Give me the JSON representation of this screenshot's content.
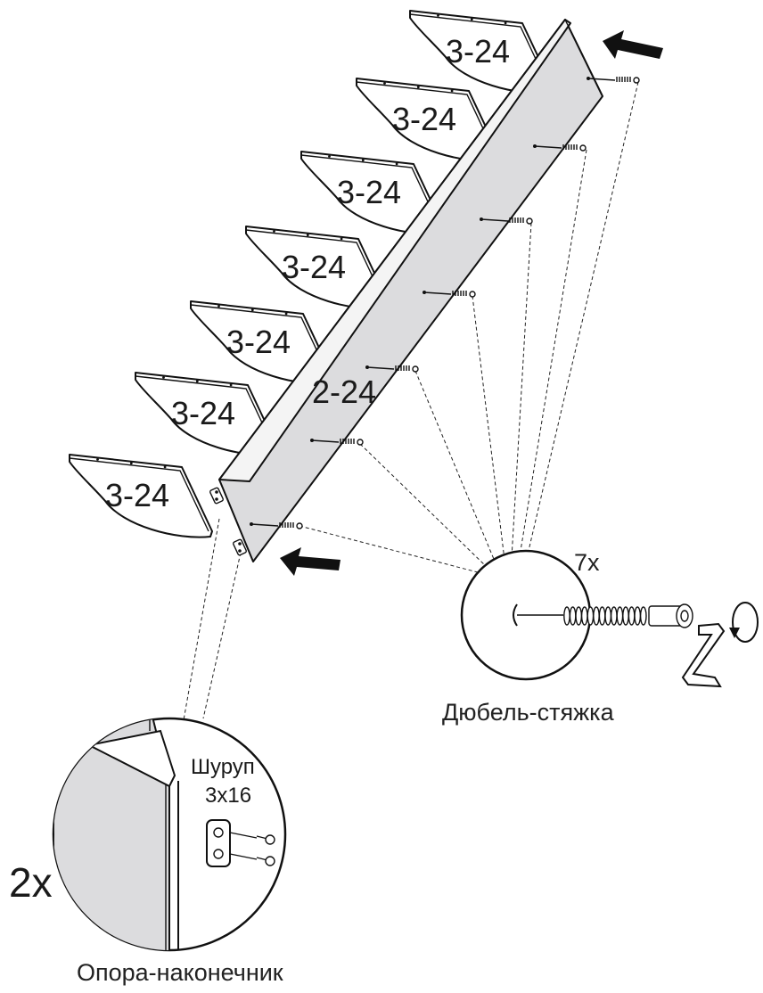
{
  "shelf_part_label": "3-24",
  "board_part_label": "2-24",
  "dowel": {
    "quantity": "7x",
    "caption": "Дюбель-стяжка"
  },
  "support": {
    "quantity": "2x",
    "screw_label_line1": "Шуруп",
    "screw_label_line2": "3x16",
    "caption": "Опора-наконечник"
  },
  "colors": {
    "board_fill": "#dcdcde",
    "line": "#111111"
  },
  "icons": [
    "arrow-icon",
    "dowel-screw-icon",
    "hex-key-icon",
    "rotate-icon",
    "screw-icon",
    "support-bracket-icon"
  ]
}
